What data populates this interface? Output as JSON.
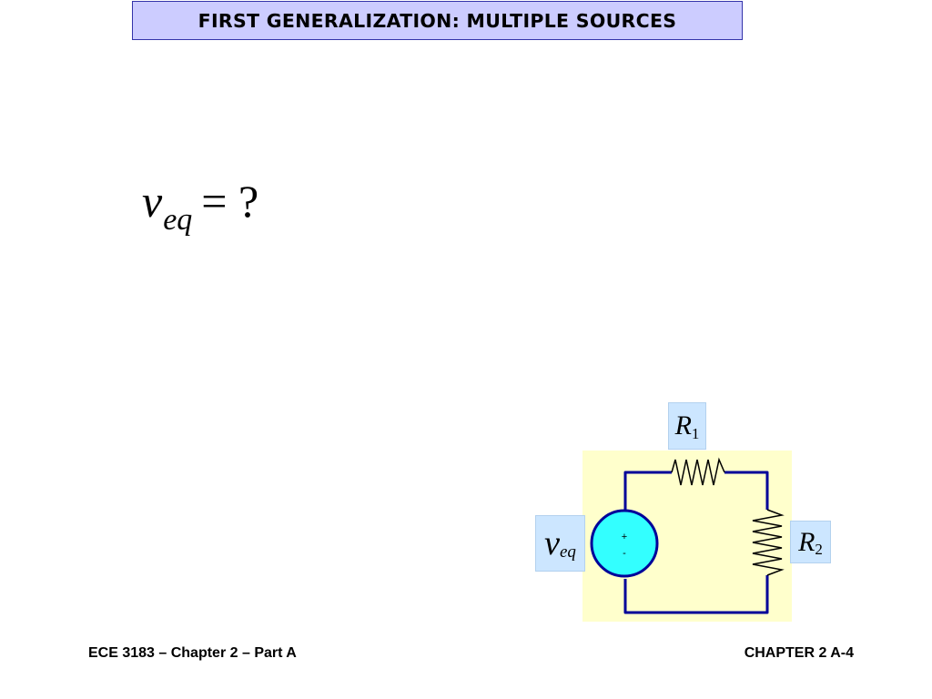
{
  "title": "FIRST GENERALIZATION: MULTIPLE SOURCES",
  "equation": {
    "variable": "v",
    "subscript": "eq",
    "rhs": "= ?"
  },
  "circuit": {
    "r1": {
      "symbol": "R",
      "subscript": "1"
    },
    "r2": {
      "symbol": "R",
      "subscript": "2"
    },
    "source": {
      "symbol": "v",
      "subscript": "eq",
      "plus": "+",
      "minus": "-"
    },
    "colors": {
      "wire": "#000099",
      "source_fill": "#33ffff",
      "background": "#ffffcc",
      "label_bg": "#cce6ff"
    }
  },
  "footer": {
    "left": "ECE 3183 – Chapter 2 – Part A",
    "right": "CHAPTER 2 A-4"
  }
}
